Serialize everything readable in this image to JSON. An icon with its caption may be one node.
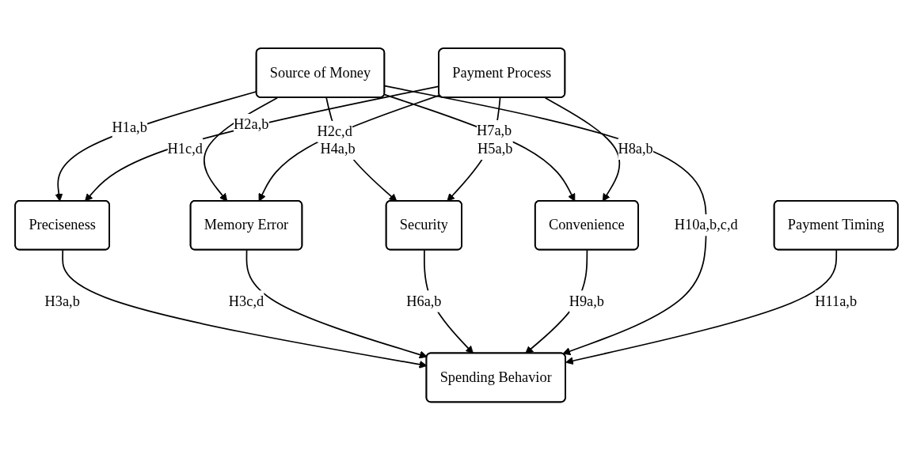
{
  "diagram": {
    "nodes": [
      {
        "text": [
          "Preciseness"
        ]
      },
      {
        "text": [
          "Source of Money"
        ]
      },
      {
        "text": [
          "Memory Error"
        ]
      },
      {
        "text": [
          "Spending Behavior"
        ]
      },
      {
        "text": [
          "Security"
        ]
      },
      {
        "text": [
          "Payment Process"
        ]
      },
      {
        "text": [
          "Convenience"
        ]
      },
      {
        "text": [
          "Payment Timing"
        ]
      }
    ],
    "edges": [
      {
        "from": 1,
        "to": 0,
        "arrow": "to",
        "label": "H1a,b"
      },
      {
        "from": 1,
        "to": 2,
        "arrow": "to",
        "label": "H1c,d"
      },
      {
        "from": 5,
        "to": 0,
        "arrow": "to",
        "label": "H2a,b"
      },
      {
        "from": 5,
        "to": 2,
        "arrow": "to",
        "label": "H2c,d"
      },
      {
        "from": 0,
        "to": 3,
        "arrow": "to",
        "label": "H3a,b"
      },
      {
        "from": 2,
        "to": 3,
        "arrow": "to",
        "label": "H3c,d"
      },
      {
        "from": 1,
        "to": 4,
        "arrow": "to",
        "label": "H4a,b"
      },
      {
        "from": 5,
        "to": 4,
        "arrow": "to",
        "label": "H5a,b"
      },
      {
        "from": 4,
        "to": 3,
        "arrow": "to",
        "label": "H6a,b"
      },
      {
        "from": 1,
        "to": 6,
        "arrow": "to",
        "label": "H7a,b"
      },
      {
        "from": 5,
        "to": 6,
        "arrow": "to",
        "label": "H8a,b"
      },
      {
        "from": 6,
        "to": 3,
        "arrow": "to",
        "label": "H9a,b"
      },
      {
        "from": 1,
        "to": 3,
        "arrow": "to",
        "label": "H10a,b,c,d"
      },
      {
        "from": 7,
        "to": 3,
        "arrow": "to",
        "label": "H11a,b"
      }
    ]
  }
}
